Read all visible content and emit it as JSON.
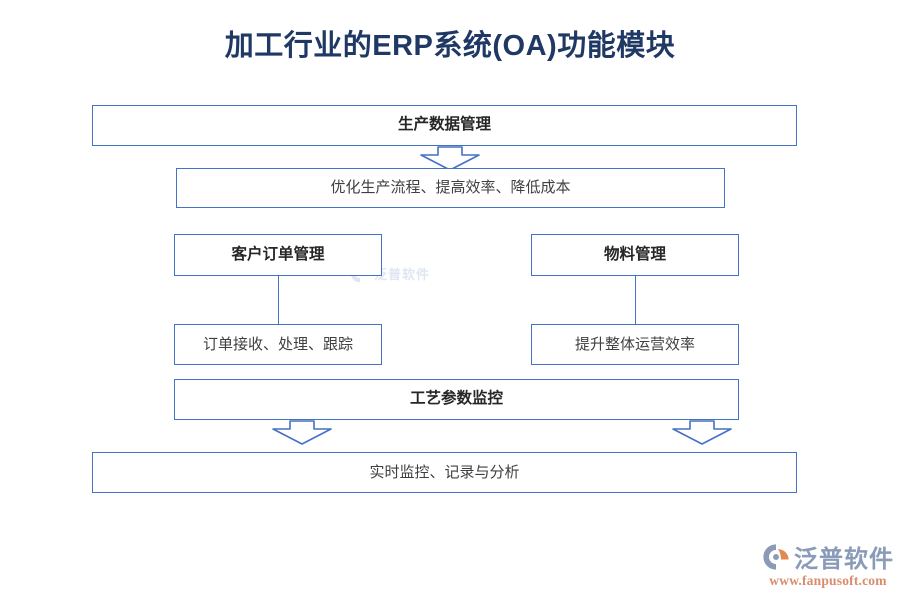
{
  "page": {
    "title": "加工行业的ERP系统(OA)功能模块",
    "background_color": "#FFFFFF",
    "title_color": "#1F3864",
    "accent_color": "#4472C4"
  },
  "diagram": {
    "type": "flowchart",
    "nodes": [
      {
        "id": "production",
        "label": "生产数据管理",
        "role": "module",
        "emphasis": "bold"
      },
      {
        "id": "optimize",
        "label": "优化生产流程、提高效率、降低成本",
        "role": "detail",
        "emphasis": "regular"
      },
      {
        "id": "customer_order",
        "label": "客户订单管理",
        "role": "module",
        "emphasis": "bold"
      },
      {
        "id": "material",
        "label": "物料管理",
        "role": "module",
        "emphasis": "bold"
      },
      {
        "id": "order_flow",
        "label": "订单接收、处理、跟踪",
        "role": "detail",
        "emphasis": "regular"
      },
      {
        "id": "efficiency",
        "label": "提升整体运营效率",
        "role": "detail",
        "emphasis": "regular"
      },
      {
        "id": "process_param",
        "label": "工艺参数监控",
        "role": "module",
        "emphasis": "bold"
      },
      {
        "id": "realtime",
        "label": "实时监控、记录与分析",
        "role": "detail",
        "emphasis": "regular"
      }
    ],
    "connectors": [
      {
        "id": "arrow-top",
        "from": "production",
        "to": "optimize",
        "style": "block-arrow-down"
      },
      {
        "id": "line-customer",
        "from": "customer_order",
        "to": "order_flow",
        "style": "line-vertical"
      },
      {
        "id": "line-material",
        "from": "material",
        "to": "efficiency",
        "style": "line-vertical"
      },
      {
        "id": "arrow-bottom-left",
        "from": "process_param",
        "to": "realtime",
        "style": "block-arrow-down"
      },
      {
        "id": "arrow-bottom-right",
        "from": "process_param",
        "to": "realtime",
        "style": "block-arrow-down"
      }
    ]
  },
  "branding": {
    "logo_text": "泛普软件",
    "logo_url": "www.fanpusoft.com",
    "watermark_text": "泛普软件",
    "logo_mark_color": "#8A9BB8",
    "logo_accent_color": "#E08A50",
    "url_color": "#D98C6A"
  }
}
